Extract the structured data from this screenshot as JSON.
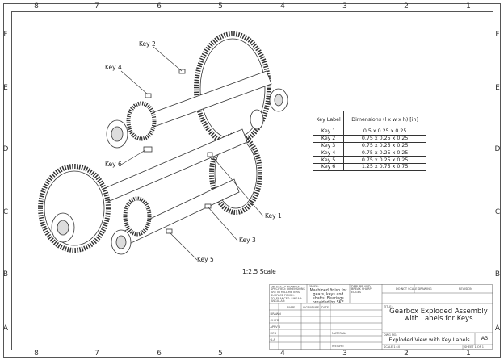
{
  "border": {
    "columns": [
      "8",
      "7",
      "6",
      "5",
      "4",
      "3",
      "2",
      "1"
    ],
    "rows": [
      "F",
      "E",
      "D",
      "C",
      "B",
      "A"
    ]
  },
  "callouts": {
    "key1": "Key 1",
    "key2": "Key 2",
    "key3": "Key 3",
    "key4": "Key 4",
    "key5": "Key 5",
    "key6": "Key 6"
  },
  "scale_label": "1:2.5 Scale",
  "key_table": {
    "headers": [
      "Key Label",
      "Dimensions (l x w x h) [in]"
    ],
    "rows": [
      [
        "Key 1",
        "0.5 x 0.25 x 0.25"
      ],
      [
        "Key 2",
        "0.75 x 0.25 x 0.25"
      ],
      [
        "Key 3",
        "0.75 x 0.25 x 0.25"
      ],
      [
        "Key 4",
        "0.75 x 0.25 x 0.25"
      ],
      [
        "Key 5",
        "0.75 x 0.25 x 0.25"
      ],
      [
        "Key 6",
        "1.25 x 0.75 x 0.75"
      ]
    ]
  },
  "title_block": {
    "tolerance_note": "UNLESS OTHERWISE SPECIFIED: DIMENSIONS ARE IN MILLIMETERS SURFACE FINISH: TOLERANCES: LINEAR: ANGULAR:",
    "finish_label": "FINISH:",
    "finish_text": "Machined finish for gears, keys and shafts. Bearings provided by SKF.",
    "deburr": "DEBURR AND BREAK SHARP EDGES",
    "do_not_scale": "DO NOT SCALE DRAWING",
    "revision": "REVISION",
    "col_headers": [
      "NAME",
      "SIGNATURE",
      "DATE"
    ],
    "row_labels": [
      "DRAWN",
      "CHK'D",
      "APPV'D",
      "MFG",
      "Q.A"
    ],
    "material": "MATERIAL:",
    "weight": "WEIGHT:",
    "title_label": "TITLE:",
    "title": "Gearbox Exploded Assembly with Labels for Keys",
    "dwg_no_label": "DWG NO.",
    "dwg_no": "Exploded View with Key Labels",
    "size": "A3",
    "scale": "SCALE:1:10",
    "sheet": "SHEET 1 OF 1"
  }
}
